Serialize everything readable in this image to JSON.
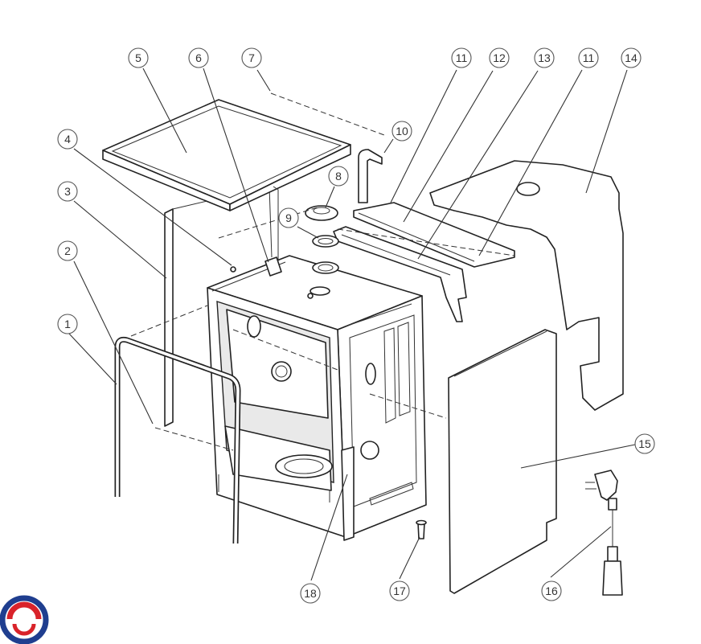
{
  "diagram": {
    "callouts": [
      {
        "label": "1"
      },
      {
        "label": "2"
      },
      {
        "label": "3"
      },
      {
        "label": "4"
      },
      {
        "label": "5"
      },
      {
        "label": "6"
      },
      {
        "label": "7"
      },
      {
        "label": "8"
      },
      {
        "label": "9"
      },
      {
        "label": "10"
      },
      {
        "label": "11"
      },
      {
        "label": "12"
      },
      {
        "label": "13"
      },
      {
        "label": "11"
      },
      {
        "label": "14"
      },
      {
        "label": "15"
      },
      {
        "label": "16"
      },
      {
        "label": "17"
      },
      {
        "label": "18"
      }
    ],
    "logo_colors": {
      "red": "#d9232a",
      "blue": "#1f3e8f"
    }
  }
}
